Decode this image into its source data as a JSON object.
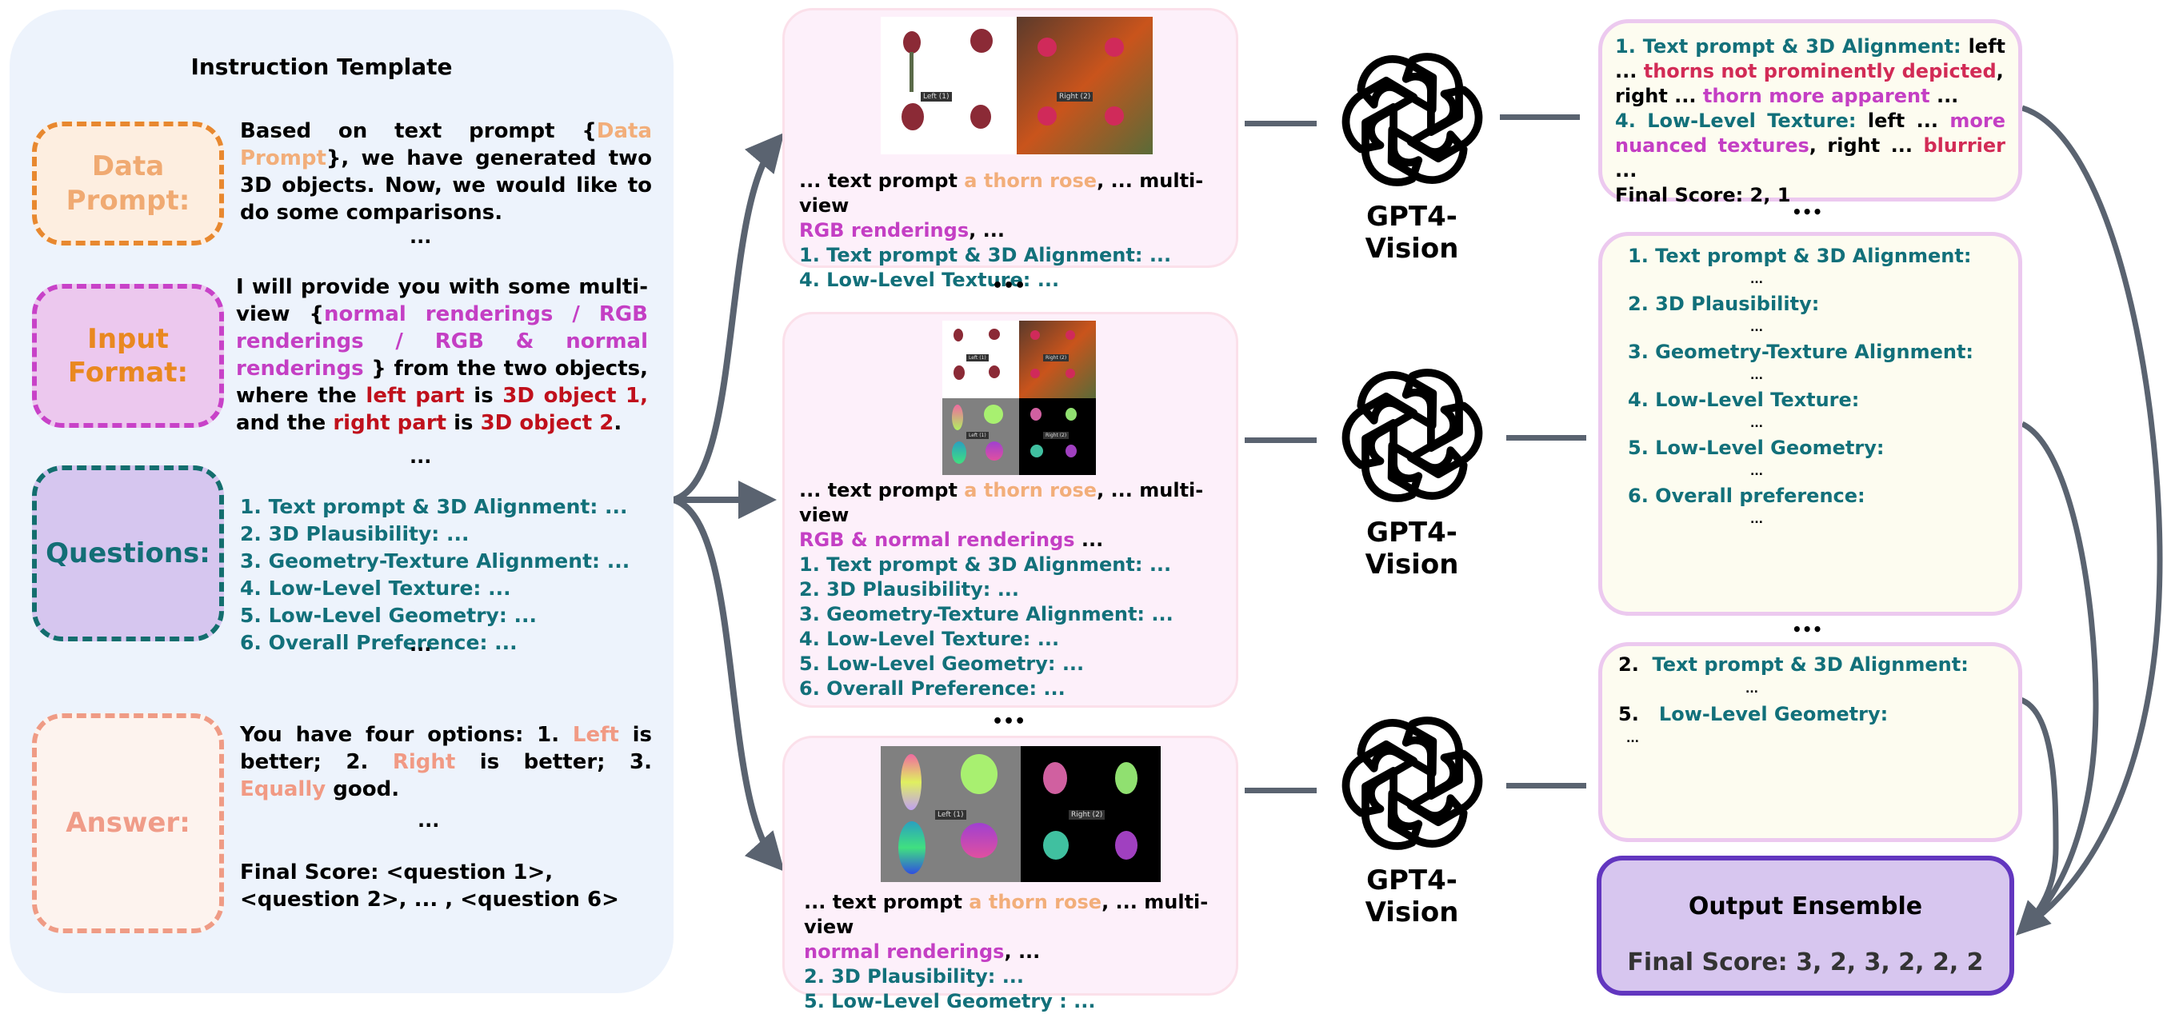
{
  "template": {
    "title": "Instruction Template",
    "tags": {
      "data_prompt": "Data Prompt:",
      "input_format": "Input Format:",
      "questions": "Questions:",
      "answer": "Answer:"
    },
    "data_prompt_text": {
      "p1": "Based on text prompt {",
      "highlight": "Data Prompt",
      "p2": "}, we have generated two 3D objects. Now, we would like to do some comparisons."
    },
    "input_format_text": {
      "p1": "I will provide you with some multi-view {",
      "h1": "normal renderings / RGB renderings / RGB & normal renderings",
      "p2": " } from the two objects, where the ",
      "h2": "left part",
      "p3": " is ",
      "h3": "3D object 1,",
      "p4": " and the ",
      "h4": "right part",
      "p5": " is ",
      "h5": "3D object 2",
      "p6": "."
    },
    "questions": [
      "1. Text prompt & 3D Alignment: ...",
      "2. 3D Plausibility: ...",
      "3. Geometry-Texture Alignment: ...",
      "4. Low-Level Texture: ...",
      "5. Low-Level Geometry: ...",
      "6. Overall Preference: ..."
    ],
    "answer_text": {
      "p1": "You have four options:  1. ",
      "h1": "Left",
      "p2": " is better; 2. ",
      "h2": "Right",
      "p3": " is better; 3. ",
      "h3": "Equally",
      "p4": " good.",
      "final": "Final Score: <question 1>, <question 2>, ... , <question 6>"
    },
    "ellipsis": "..."
  },
  "prompts": [
    {
      "render_type": "RGB renderings",
      "image_labels": [
        "Left (1)",
        "Right (2)"
      ],
      "prefix": "... text prompt ",
      "prompt": "a thorn rose",
      "mid": ", ... multi-view",
      "suffix": ",  ...",
      "questions": [
        "1.  Text prompt & 3D Alignment: ...",
        "4.  Low-Level Texture: ..."
      ]
    },
    {
      "render_type": "RGB & normal renderings",
      "image_labels": [
        "Left (1)",
        "Right (2)",
        "Left (1)",
        "Right (2)"
      ],
      "prefix": "... text prompt ",
      "prompt": "a thorn rose",
      "mid": ", ... multi-view",
      "suffix": " ...",
      "questions": [
        "1.  Text prompt & 3D Alignment: ...",
        "2.  3D Plausibility: ...",
        "3.  Geometry-Texture Alignment: ...",
        "4.  Low-Level Texture: ...",
        "5.  Low-Level Geometry: ...",
        "6.  Overall Preference: ..."
      ]
    },
    {
      "render_type": "normal renderings",
      "image_labels": [
        "Left (1)",
        "Right (2)"
      ],
      "prefix": "... text prompt ",
      "prompt": "a thorn rose",
      "mid": ", ... multi-view",
      "suffix": ",  ...",
      "questions": [
        "2.  3D Plausibility: ...",
        "5.   Low-Level Geometry : ..."
      ]
    }
  ],
  "separators": "•••",
  "model": {
    "name": "GPT4-Vision",
    "icon": "openai-logo-icon"
  },
  "responses": {
    "r1": {
      "q1_label": "1. Text prompt & 3D Alignment:",
      "q1_left": " left ...",
      "q1_left_note": "thorns not prominently depicted",
      "q1_comma": ",",
      "q1_right": "right ... ",
      "q1_right_note": "thorn more apparent",
      "q1_end": " ...",
      "q4_label": "4.  Low-Level  Texture:",
      "q4_left": "  left  ...  ",
      "q4_left_note": "more nuanced textures",
      "q4_right": ", right ... ",
      "q4_right_note": "blurrier",
      "q4_end": " ...",
      "final": "Final Score: 2, 1"
    },
    "r2": {
      "items": [
        "1. Text prompt & 3D Alignment:",
        "2. 3D Plausibility:",
        "3. Geometry-Texture Alignment:",
        "4. Low-Level Texture:",
        "5. Low-Level Geometry:",
        "6.   Overall preference:"
      ]
    },
    "r3": {
      "n1": "2.",
      "i1": "Text prompt & 3D Alignment:",
      "n2": "5.",
      "i2": "Low-Level Geometry:"
    }
  },
  "ensemble": {
    "title": "Output Ensemble",
    "final_score": "Final Score: 3, 2, 3, 2, 2, 2"
  },
  "colors": {
    "connector": "#5a6370",
    "teal": "#12707a",
    "purple": "#c43fc4",
    "red": "#c0101c",
    "orange": "#f2ae7a"
  }
}
